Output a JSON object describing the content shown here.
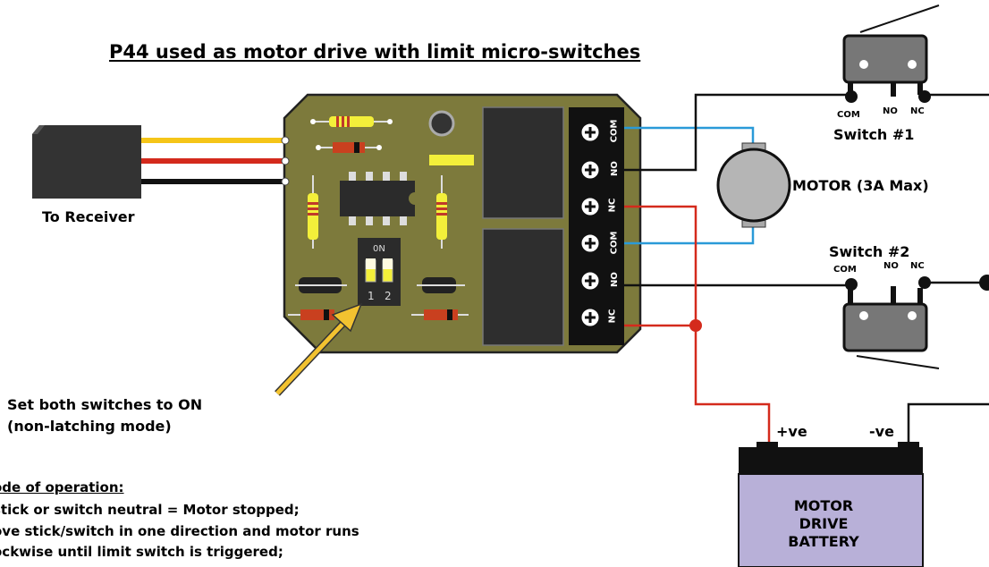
{
  "title": "P44 used as motor drive with limit micro-switches",
  "receiver_label": "To Receiver",
  "dip_note": [
    "Set both switches to ON",
    "(non-latching mode)"
  ],
  "mode": {
    "heading": "ode of operation:",
    "lines": [
      "stick or switch neutral = Motor stopped;",
      "ove stick/switch in one direction and motor runs",
      "ockwise until limit switch is triggered;"
    ]
  },
  "terminals": [
    "COM",
    "NO",
    "NC",
    "COM",
    "NO",
    "NC"
  ],
  "dip": {
    "on_label": "0N",
    "numbers": [
      "1",
      "2"
    ]
  },
  "motor_label": "MOTOR (3A Max)",
  "switch1": {
    "label": "Switch #1",
    "pins": [
      "COM",
      "NO",
      "NC"
    ]
  },
  "switch2": {
    "label": "Switch #2",
    "pins": [
      "COM",
      "NO",
      "NC"
    ]
  },
  "battery": {
    "plus": "+ve",
    "minus": "-ve",
    "lines": [
      "MOTOR",
      "DRIVE",
      "BATTERY"
    ]
  },
  "colors": {
    "pcb": "#7d7a3c",
    "wire_blue": "#2a9ad8",
    "wire_red": "#d42a1c",
    "wire_yellow": "#f5c518",
    "battery_body": "#b8b0d8",
    "arrow": "#f2c230"
  }
}
